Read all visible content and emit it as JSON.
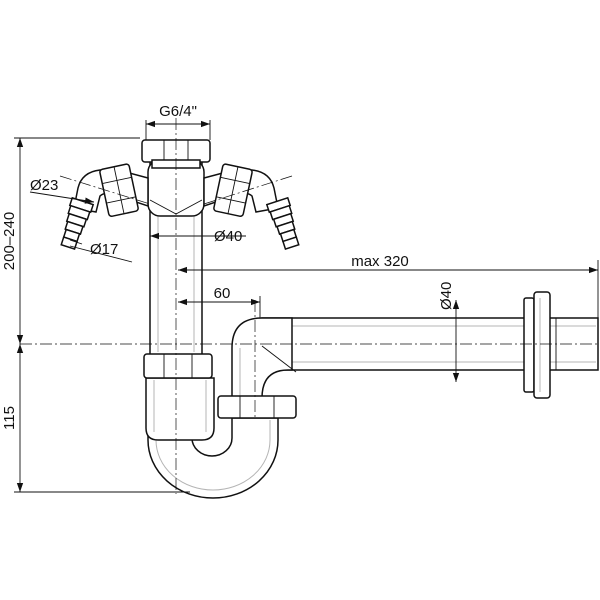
{
  "dimensions": {
    "thread": "G6/4\"",
    "hose_outer": "Ø23",
    "hose_inner": "Ø17",
    "vertical_pipe": "Ø40",
    "horizontal_pipe": "Ø40",
    "offset": "60",
    "length": "max 320",
    "height_top": "200–240",
    "height_bottom": "115"
  }
}
